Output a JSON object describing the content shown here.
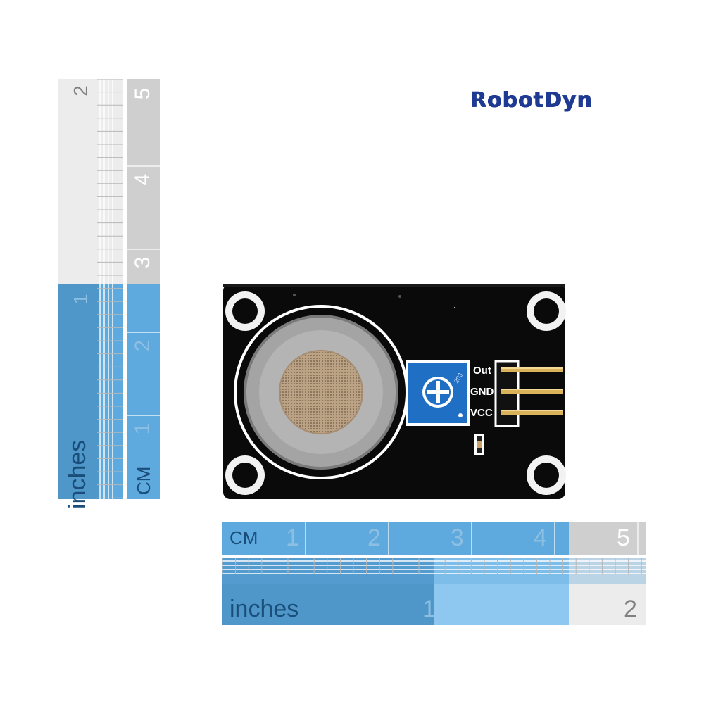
{
  "brand": {
    "logo_text": "RobotDyn",
    "color": "#1f3a93"
  },
  "vertical_ruler": {
    "inch_label": "inches",
    "inch_marks": [
      "1",
      "2"
    ],
    "cm_label": "CM",
    "cm_marks": [
      "1",
      "2",
      "3",
      "4",
      "5"
    ],
    "highlight_color": "#5ea9dd"
  },
  "horizontal_ruler": {
    "cm_label": "CM",
    "cm_marks": [
      "1",
      "2",
      "3",
      "4",
      "5"
    ],
    "inch_label": "inches",
    "inch_marks": [
      "1",
      "2"
    ],
    "highlight_color": "#5ea9dd"
  },
  "board": {
    "pin_labels": [
      "Out",
      "GND",
      "VCC"
    ],
    "pot_text": "203",
    "pcb_color": "#0a0a0a",
    "pot_color": "#1f6fc4"
  }
}
